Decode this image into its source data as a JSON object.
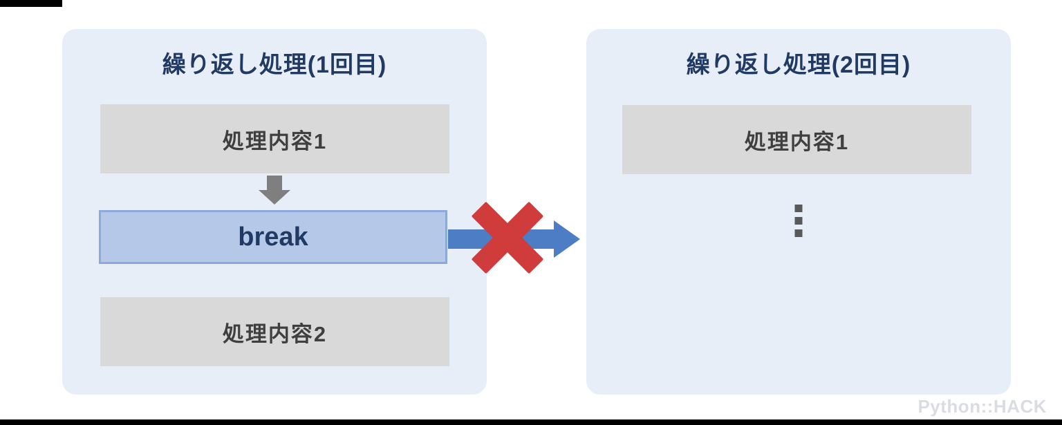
{
  "diagram": {
    "left_panel": {
      "title": "繰り返し処理(1回目)",
      "process1": "処理内容1",
      "break_label": "break",
      "process2": "処理内容2"
    },
    "right_panel": {
      "title": "繰り返し処理(2回目)",
      "process1": "処理内容1"
    },
    "watermark": "Python::HACK",
    "icons": {
      "down_arrow": "down-arrow-icon",
      "exit_arrow": "right-arrow-icon",
      "x_mark": "x-mark-icon",
      "ellipsis": "ellipsis-dots-icon"
    },
    "colors": {
      "panel_bg": "#e8eef8",
      "gray_box_bg": "#d9d9d9",
      "gray_box_text": "#3f3f3f",
      "title_text": "#213a64",
      "break_fill": "#b5c8e8",
      "break_border": "#8da9dc",
      "gray_arrow": "#7f7f7f",
      "blue_arrow": "#4d7dc4",
      "x_red": "#d03b3b",
      "dots": "#595959",
      "watermark_text": "#d9dce1",
      "screen_bar": "#000000"
    }
  }
}
